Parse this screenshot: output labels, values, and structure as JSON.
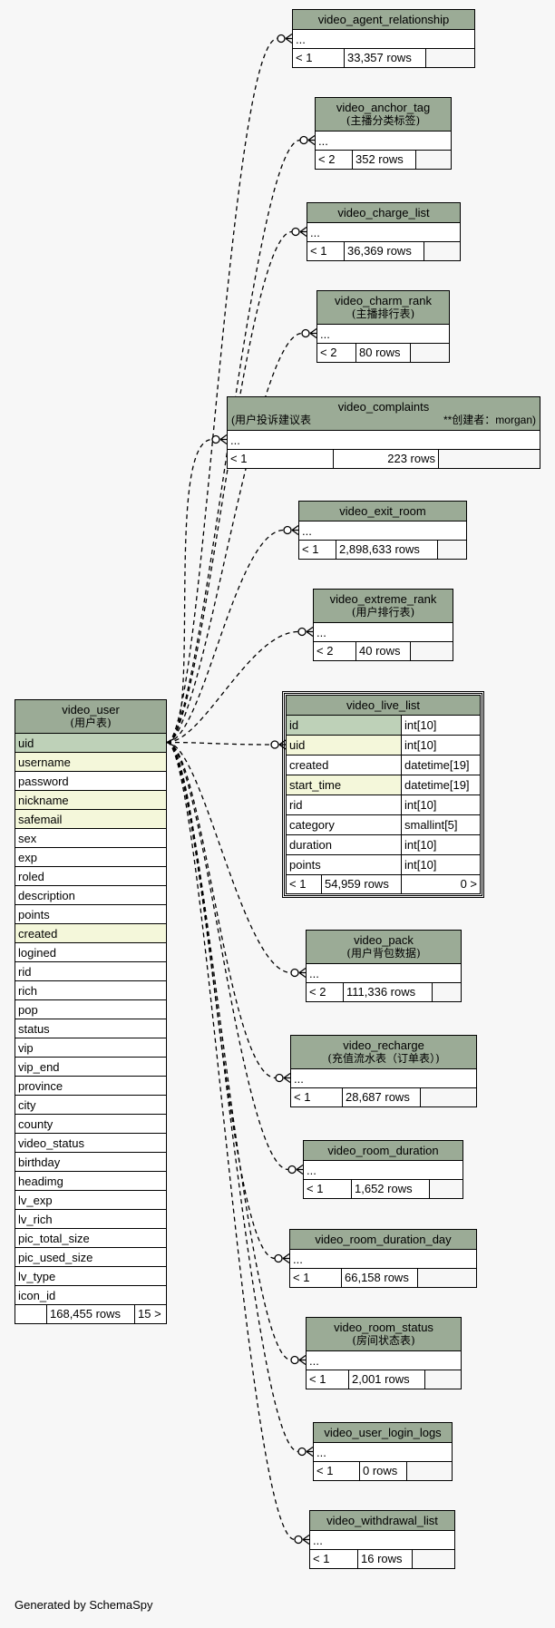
{
  "footer": "Generated by SchemaSpy",
  "main_table": {
    "name": "video_user",
    "comment": "(用户表)",
    "columns": [
      {
        "name": "uid",
        "kind": "pk"
      },
      {
        "name": "username",
        "kind": "idx"
      },
      {
        "name": "password",
        "kind": ""
      },
      {
        "name": "nickname",
        "kind": "idx"
      },
      {
        "name": "safemail",
        "kind": "idx"
      },
      {
        "name": "sex",
        "kind": ""
      },
      {
        "name": "exp",
        "kind": ""
      },
      {
        "name": "roled",
        "kind": ""
      },
      {
        "name": "description",
        "kind": ""
      },
      {
        "name": "points",
        "kind": ""
      },
      {
        "name": "created",
        "kind": "idx"
      },
      {
        "name": "logined",
        "kind": ""
      },
      {
        "name": "rid",
        "kind": ""
      },
      {
        "name": "rich",
        "kind": ""
      },
      {
        "name": "pop",
        "kind": ""
      },
      {
        "name": "status",
        "kind": ""
      },
      {
        "name": "vip",
        "kind": ""
      },
      {
        "name": "vip_end",
        "kind": ""
      },
      {
        "name": "province",
        "kind": ""
      },
      {
        "name": "city",
        "kind": ""
      },
      {
        "name": "county",
        "kind": ""
      },
      {
        "name": "video_status",
        "kind": ""
      },
      {
        "name": "birthday",
        "kind": ""
      },
      {
        "name": "headimg",
        "kind": ""
      },
      {
        "name": "lv_exp",
        "kind": ""
      },
      {
        "name": "lv_rich",
        "kind": ""
      },
      {
        "name": "pic_total_size",
        "kind": ""
      },
      {
        "name": "pic_used_size",
        "kind": ""
      },
      {
        "name": "lv_type",
        "kind": ""
      },
      {
        "name": "icon_id",
        "kind": ""
      }
    ],
    "footer": {
      "parents": "",
      "rows": "168,455 rows",
      "children": "15 >"
    }
  },
  "focus_table": {
    "name": "video_live_list",
    "columns": [
      {
        "name": "id",
        "type": "int[10]",
        "kind": "pk"
      },
      {
        "name": "uid",
        "type": "int[10]",
        "kind": "idx"
      },
      {
        "name": "created",
        "type": "datetime[19]",
        "kind": ""
      },
      {
        "name": "start_time",
        "type": "datetime[19]",
        "kind": "idx"
      },
      {
        "name": "rid",
        "type": "int[10]",
        "kind": ""
      },
      {
        "name": "category",
        "type": "smallint[5]",
        "kind": ""
      },
      {
        "name": "duration",
        "type": "int[10]",
        "kind": ""
      },
      {
        "name": "points",
        "type": "int[10]",
        "kind": ""
      }
    ],
    "footer": {
      "parents": "< 1",
      "rows": "54,959 rows",
      "children": "0 >"
    }
  },
  "tables": [
    {
      "name": "video_agent_relationship",
      "comment": "",
      "body": "...",
      "parents": "< 1",
      "rows": "33,357 rows"
    },
    {
      "name": "video_anchor_tag",
      "comment": "(主播分类标签)",
      "body": "...",
      "parents": "< 2",
      "rows": "352 rows"
    },
    {
      "name": "video_charge_list",
      "comment": "",
      "body": "...",
      "parents": "< 1",
      "rows": "36,369 rows"
    },
    {
      "name": "video_charm_rank",
      "comment": "(主播排行表)",
      "body": "...",
      "parents": "< 2",
      "rows": "80 rows"
    },
    {
      "name": "video_complaints",
      "comment": "(用户投诉建议表",
      "comment2": "**创建者：morgan)",
      "body": "...",
      "parents": "< 1",
      "rows": "223 rows"
    },
    {
      "name": "video_exit_room",
      "comment": "",
      "body": "...",
      "parents": "< 1",
      "rows": "2,898,633 rows"
    },
    {
      "name": "video_extreme_rank",
      "comment": "(用户排行表)",
      "body": "...",
      "parents": "< 2",
      "rows": "40 rows"
    },
    {
      "name": "video_pack",
      "comment": "(用户背包数据)",
      "body": "...",
      "parents": "< 2",
      "rows": "111,336 rows"
    },
    {
      "name": "video_recharge",
      "comment": "(充值流水表（订单表）)",
      "body": "...",
      "parents": "< 1",
      "rows": "28,687 rows"
    },
    {
      "name": "video_room_duration",
      "comment": "",
      "body": "...",
      "parents": "< 1",
      "rows": "1,652 rows"
    },
    {
      "name": "video_room_duration_day",
      "comment": "",
      "body": "...",
      "parents": "< 1",
      "rows": "66,158 rows"
    },
    {
      "name": "video_room_status",
      "comment": "(房间状态表)",
      "body": "...",
      "parents": "< 1",
      "rows": "2,001 rows"
    },
    {
      "name": "video_user_login_logs",
      "comment": "",
      "body": "...",
      "parents": "< 1",
      "rows": "0 rows"
    },
    {
      "name": "video_withdrawal_list",
      "comment": "",
      "body": "...",
      "parents": "< 1",
      "rows": "16 rows"
    }
  ]
}
